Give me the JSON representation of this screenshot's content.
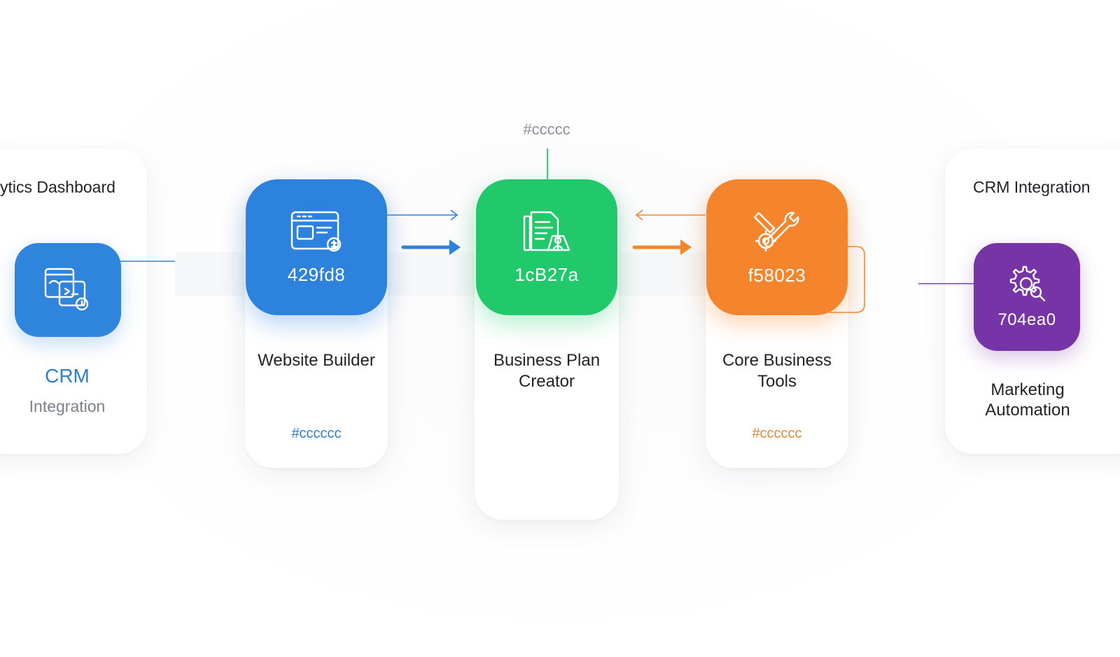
{
  "top_label": "#ccccc",
  "left_card": {
    "header": "ytics Dashboard",
    "title": "CRM",
    "subtitle": "Integration",
    "icon": "dashboard-icon"
  },
  "steps": [
    {
      "code": "429fd8",
      "label_line1": "Website Builder",
      "label_line2": "",
      "hex": "#cccccc",
      "color": "#2d82de",
      "hex_color": "#2b7fd4",
      "icon": "browser-window-icon"
    },
    {
      "code": "1cB27a",
      "label_line1": "Business Plan",
      "label_line2": "Creator",
      "hex": "",
      "color": "#22c96a",
      "hex_color": "#22c96a",
      "icon": "document-person-icon"
    },
    {
      "code": "f58023",
      "label_line1": "Core Business",
      "label_line2": "Tools",
      "hex": "#cccccc",
      "color": "#f5852c",
      "hex_color": "#e8892e",
      "icon": "tools-gear-icon"
    }
  ],
  "right_card": {
    "header": "CRM Integration",
    "code": "704ea0",
    "label_line1": "Marketing",
    "label_line2": "Automation",
    "color": "#7634a7",
    "icon": "gear-search-icon"
  },
  "colors": {
    "left_tile": "#2f84dc",
    "muted_text": "#7a828c",
    "crm_title": "#2e7dc8",
    "top_label": "#8a9098",
    "connector_green": "#22c96a",
    "connector_purple": "#7a3fa8"
  }
}
